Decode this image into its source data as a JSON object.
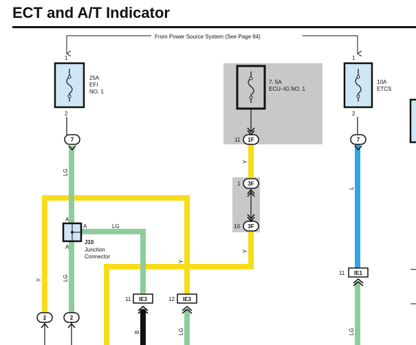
{
  "page": {
    "title": "ECT and A/T Indicator"
  },
  "power_source": {
    "label": "From Power Source System (See Page 94)"
  },
  "fuses": [
    {
      "id": "efi",
      "rating": "25A",
      "name_line1": "EFI",
      "name_line2": "NO. 1",
      "pin_in": "1",
      "pin_out": "2"
    },
    {
      "id": "ecu-ig",
      "rating": "7. 5A",
      "name_line1": "ECU–IG NO. 1"
    },
    {
      "id": "etcs",
      "rating": "10A",
      "name_line1": "ETCS",
      "pin_in": "1",
      "pin_out": "2"
    }
  ],
  "connectors": {
    "c7_left": "7",
    "f1": {
      "pin": "11",
      "code": "1F"
    },
    "f3_top": {
      "pin": "1",
      "code": "3F"
    },
    "f3_bottom": {
      "pin": "10",
      "code": "3F"
    },
    "c7_right": "7",
    "ie1": {
      "pin": "11",
      "code": "IE1"
    },
    "ie3_left": {
      "pin": "11",
      "code": "IE3"
    },
    "ie3_right": {
      "pin": "12",
      "code": "IE3"
    },
    "c2_left": "2",
    "c2_right": "2"
  },
  "junction": {
    "code": "J10",
    "desc_line1": "Junction",
    "desc_line2": "Connector",
    "pin_top": "A",
    "pin_side": "A",
    "pin_bottom": "A"
  },
  "wire_labels": {
    "lg_left_upper": "LG",
    "lg_branch": "LG",
    "lg_left_lower": "LG",
    "y_left": "Y",
    "y_mid": "Y",
    "y_center_upper": "Y",
    "y_center_lower": "Y",
    "l_right": "L",
    "lg_right_lower": "LG",
    "lg_mid_lower": "LG",
    "b_lower": "B"
  },
  "wire_colors": {
    "Y": "#f7dc1b",
    "LG": "#8fcc9c",
    "L": "#2fa6e6",
    "B": "#111111"
  },
  "shading": "#c8c8c8"
}
